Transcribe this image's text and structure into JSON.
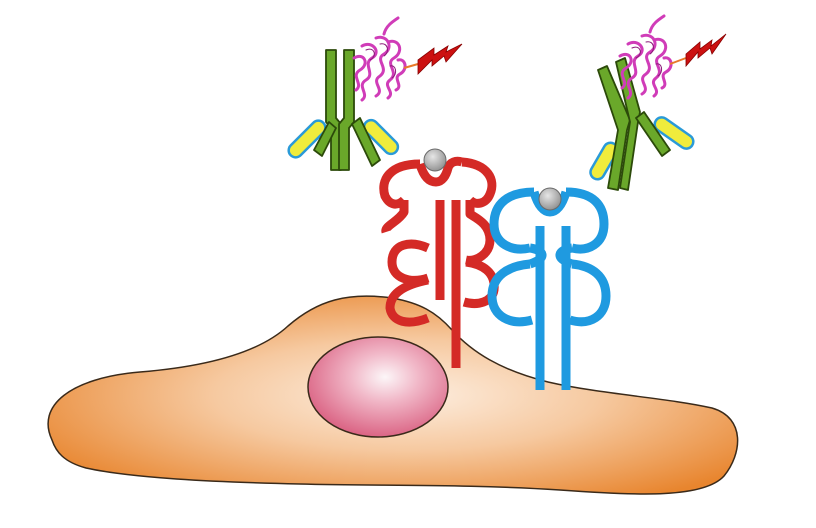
{
  "diagram": {
    "type": "biological-illustration",
    "labels": [],
    "components": [
      {
        "name": "cell",
        "color": "#e8852e"
      },
      {
        "name": "nucleus",
        "color": "#e07090"
      },
      {
        "name": "receptor-red",
        "color": "#d42a26"
      },
      {
        "name": "receptor-blue",
        "color": "#1f9ae0"
      },
      {
        "name": "ligand",
        "color": "#a8a8a8"
      },
      {
        "name": "antibody-left",
        "color": "#6aa82a",
        "light_chain_color": "#f0ec3c"
      },
      {
        "name": "antibody-right",
        "color": "#6aa82a",
        "light_chain_color": "#f0ec3c"
      },
      {
        "name": "protein-left",
        "color": "#d03cb8"
      },
      {
        "name": "protein-right",
        "color": "#d03cb8"
      },
      {
        "name": "lightning-left",
        "color": "#cc1111"
      },
      {
        "name": "lightning-right",
        "color": "#cc1111"
      }
    ]
  }
}
